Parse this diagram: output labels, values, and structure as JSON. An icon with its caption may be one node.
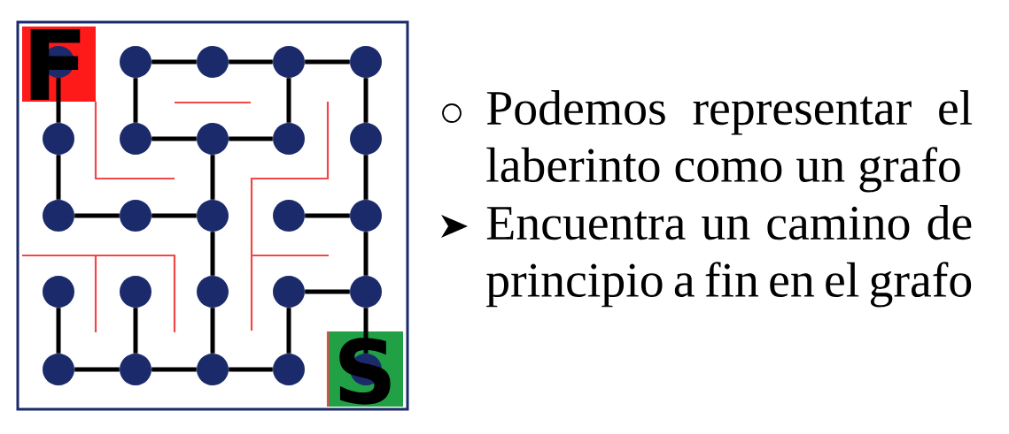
{
  "diagram": {
    "nodes": [
      {
        "text": [],
        "shape": "circle"
      },
      {
        "text": [],
        "shape": "circle"
      },
      {
        "text": [],
        "shape": "circle"
      },
      {
        "text": [],
        "shape": "circle"
      },
      {
        "text": [],
        "shape": "circle"
      },
      {
        "text": [],
        "shape": "circle"
      },
      {
        "text": [],
        "shape": "circle"
      },
      {
        "text": [],
        "shape": "circle"
      },
      {
        "text": [],
        "shape": "circle"
      },
      {
        "text": [],
        "shape": "circle"
      },
      {
        "text": [],
        "shape": "circle"
      },
      {
        "text": [],
        "shape": "circle"
      },
      {
        "text": [],
        "shape": "circle"
      },
      {
        "text": [],
        "shape": "circle"
      },
      {
        "text": [],
        "shape": "circle"
      },
      {
        "text": [],
        "shape": "circle"
      },
      {
        "text": [],
        "shape": "circle"
      },
      {
        "text": [],
        "shape": "circle"
      },
      {
        "text": [],
        "shape": "circle"
      },
      {
        "text": [],
        "shape": "circle"
      },
      {
        "text": [],
        "shape": "circle"
      },
      {
        "text": [],
        "shape": "circle"
      },
      {
        "text": [],
        "shape": "circle"
      },
      {
        "text": [],
        "shape": "circle"
      },
      {
        "text": [],
        "shape": "circle"
      }
    ],
    "edges": [
      {
        "from": 1,
        "to": 2,
        "arrow": "none"
      },
      {
        "from": 2,
        "to": 3,
        "arrow": "none"
      },
      {
        "from": 3,
        "to": 4,
        "arrow": "none"
      },
      {
        "from": 0,
        "to": 5,
        "arrow": "none"
      },
      {
        "from": 1,
        "to": 6,
        "arrow": "none"
      },
      {
        "from": 3,
        "to": 8,
        "arrow": "none"
      },
      {
        "from": 4,
        "to": 9,
        "arrow": "none"
      },
      {
        "from": 6,
        "to": 7,
        "arrow": "none"
      },
      {
        "from": 7,
        "to": 8,
        "arrow": "none"
      },
      {
        "from": 5,
        "to": 10,
        "arrow": "none"
      },
      {
        "from": 7,
        "to": 12,
        "arrow": "none"
      },
      {
        "from": 9,
        "to": 14,
        "arrow": "none"
      },
      {
        "from": 10,
        "to": 11,
        "arrow": "none"
      },
      {
        "from": 11,
        "to": 12,
        "arrow": "none"
      },
      {
        "from": 13,
        "to": 14,
        "arrow": "none"
      },
      {
        "from": 12,
        "to": 17,
        "arrow": "none"
      },
      {
        "from": 14,
        "to": 19,
        "arrow": "none"
      },
      {
        "from": 18,
        "to": 19,
        "arrow": "none"
      },
      {
        "from": 15,
        "to": 20,
        "arrow": "none"
      },
      {
        "from": 16,
        "to": 21,
        "arrow": "none"
      },
      {
        "from": 17,
        "to": 22,
        "arrow": "none"
      },
      {
        "from": 18,
        "to": 23,
        "arrow": "none"
      },
      {
        "from": 19,
        "to": 24,
        "arrow": "none"
      },
      {
        "from": 20,
        "to": 21,
        "arrow": "none"
      },
      {
        "from": 21,
        "to": 22,
        "arrow": "none"
      },
      {
        "from": 22,
        "to": 23,
        "arrow": "none"
      }
    ],
    "labels": [
      "F",
      "S",
      "Podemos representar el laberinto como un grafo",
      "Encuentra un camino de principio a fin en el grafo"
    ]
  }
}
